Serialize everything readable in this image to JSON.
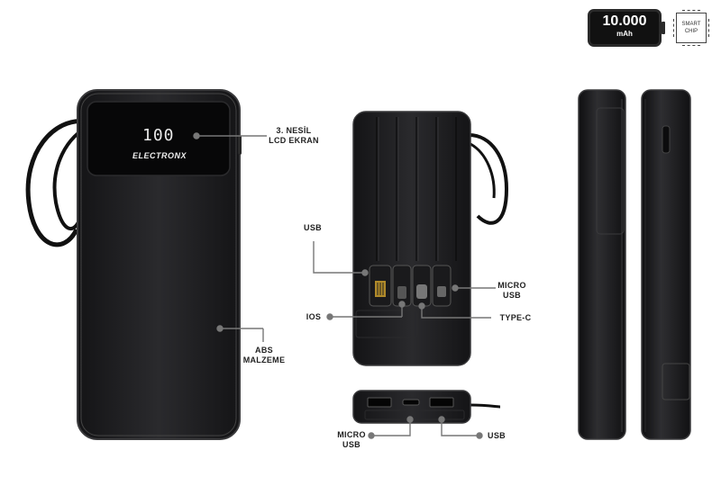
{
  "capacity": {
    "value": "10.000",
    "unit": "mAh"
  },
  "chip": {
    "line1": "SMART",
    "line2": "CHIP"
  },
  "display": {
    "reading": "100",
    "brand": "ELECTRONX"
  },
  "callouts": {
    "lcd_line1": "3. NESİL",
    "lcd_line2": "LCD EKRAN",
    "abs_line1": "ABS",
    "abs_line2": "MALZEME",
    "usb_cable": "USB",
    "ios": "IOS",
    "micro_usb_cable_line1": "MICRO",
    "micro_usb_cable_line2": "USB",
    "type_c": "TYPE-C",
    "micro_usb_port_line1": "MICRO",
    "micro_usb_port_line2": "USB",
    "usb_port": "USB"
  },
  "colors": {
    "body": "#1c1c1e",
    "edge": "#3a3a3c",
    "accent_line": "#666666"
  }
}
